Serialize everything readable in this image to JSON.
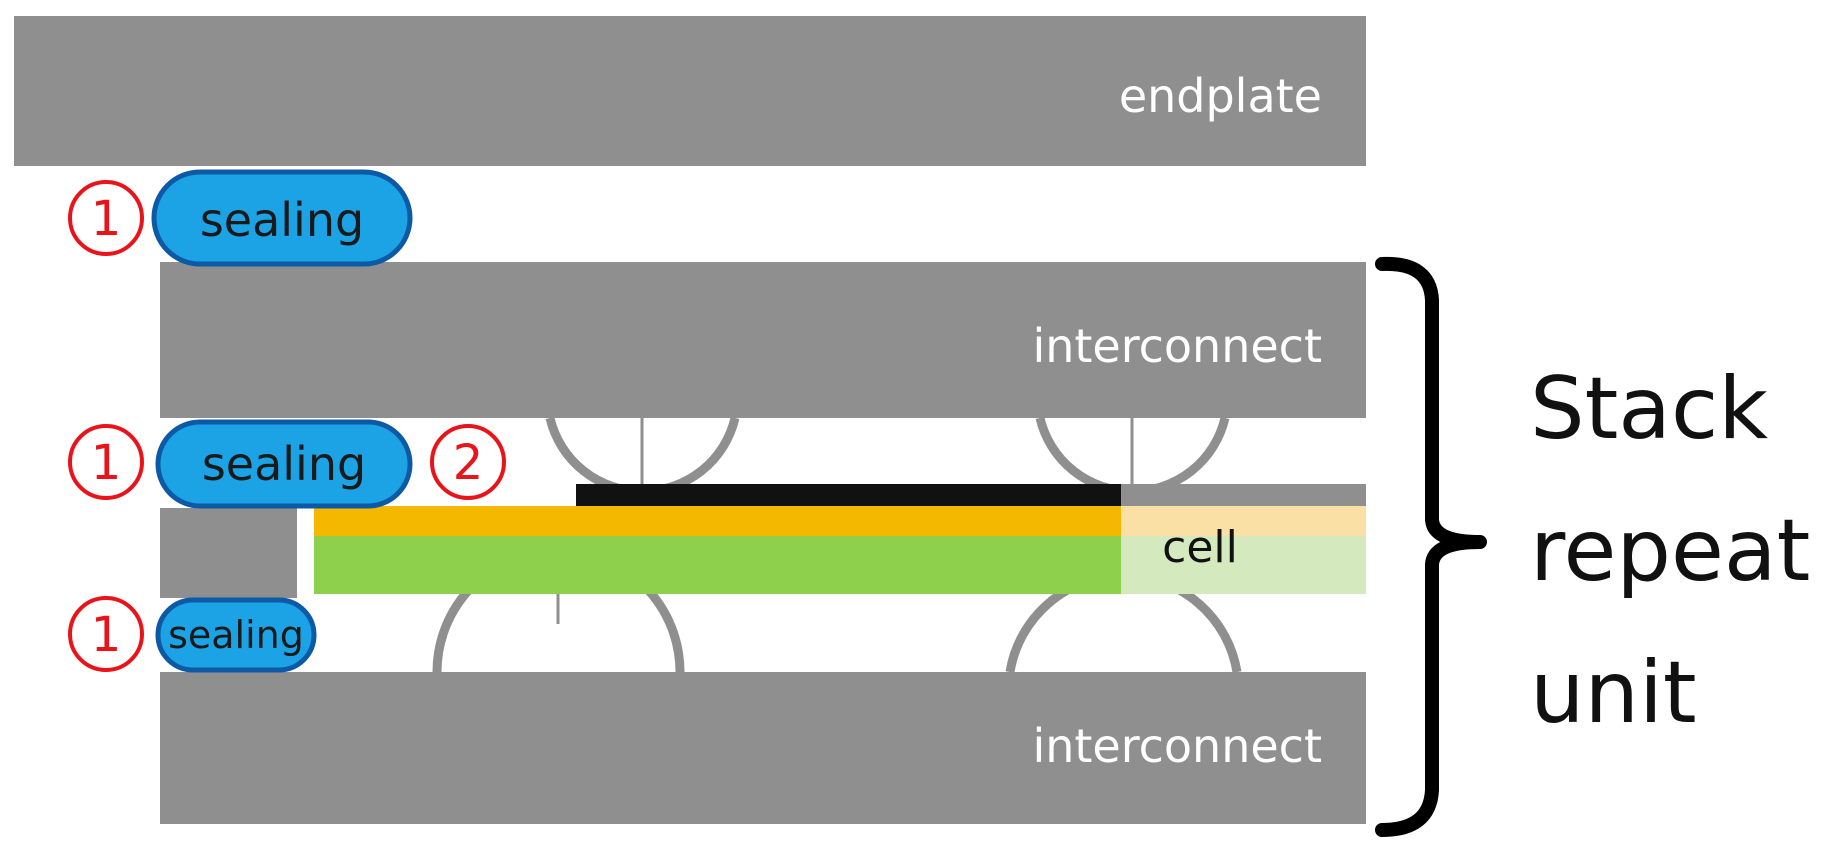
{
  "colors": {
    "plate": "#8f8f8f",
    "sealing_fill": "#1ca3e6",
    "sealing_stroke": "#0c5aa6",
    "marker": "#e8141a",
    "anode": "#8ecf4b",
    "anode_light": "#d4e9bd",
    "electrolyte": "#f5b800",
    "electrolyte_light": "#fbe0a6",
    "cathode_contact": "#111111"
  },
  "labels": {
    "endplate": "endplate",
    "interconnect_top": "interconnect",
    "interconnect_bottom": "interconnect",
    "cell": "cell",
    "sealing_1": "sealing",
    "sealing_2": "sealing",
    "sealing_3": "sealing",
    "marker_1a": "1",
    "marker_1b": "1",
    "marker_1c": "1",
    "marker_2": "2",
    "stack_line_1": "Stack",
    "stack_line_2": "repeat",
    "stack_line_3": "unit"
  }
}
